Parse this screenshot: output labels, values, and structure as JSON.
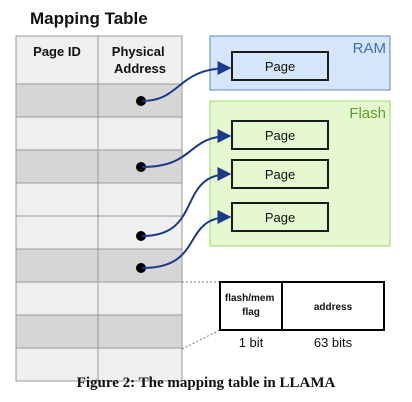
{
  "title": "Mapping Table",
  "table": {
    "headers": [
      "Page ID",
      "Physical Address"
    ],
    "row_shading": [
      "gray",
      "light",
      "gray",
      "light",
      "light",
      "gray",
      "light",
      "gray",
      "light"
    ],
    "pointer_rows": [
      0,
      2,
      4,
      5
    ]
  },
  "ram": {
    "label": "RAM",
    "pages": [
      "Page"
    ]
  },
  "flash": {
    "label": "Flash",
    "pages": [
      "Page",
      "Page",
      "Page"
    ]
  },
  "address_format": {
    "flag_label": "flash/mem flag",
    "address_label": "address",
    "flag_bits": "1 bit",
    "address_bits": "63 bits"
  },
  "caption": "Figure 2: The mapping table in LLAMA",
  "colors": {
    "gray_row": "#d6d6d6",
    "light_row": "#efefef",
    "ram_fill": "#d5e5fa",
    "ram_border": "#5b86c9",
    "ram_label": "#3d6fb8",
    "flash_fill": "#e6f8cf",
    "flash_border": "#9fd46a",
    "flash_label": "#5aa02c",
    "page_border": "#1a1a1a"
  }
}
